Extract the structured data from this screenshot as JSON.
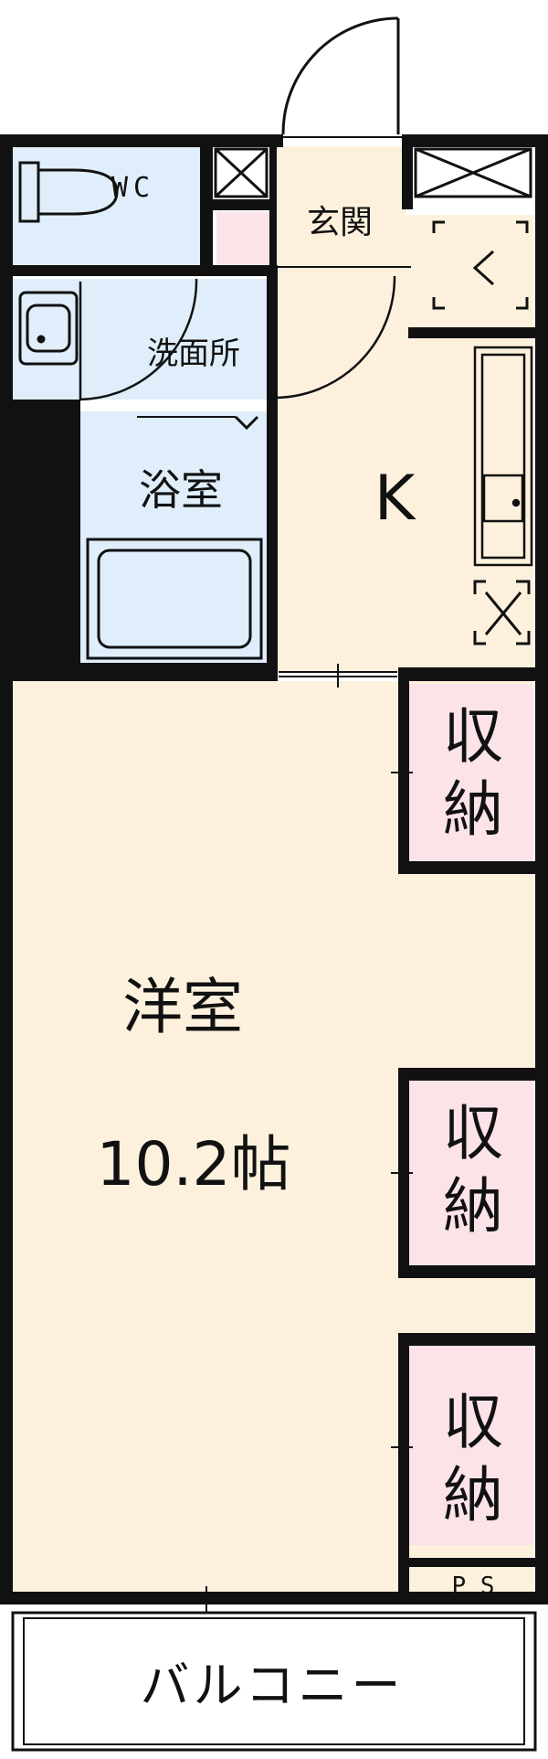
{
  "plan": {
    "wc": "WC",
    "entrance": "玄関",
    "washroom": "洗面所",
    "bath": "浴室",
    "kitchen": "K",
    "western_room": "洋室",
    "western_room_size": "10.2帖",
    "storage_1_top": "収",
    "storage_1_bottom": "納",
    "storage_2_top": "収",
    "storage_2_bottom": "納",
    "storage_3_top": "収",
    "storage_3_bottom": "納",
    "ps": "P S",
    "balcony": "バルコニー"
  },
  "colors": {
    "wall": "#111111",
    "room": "#fdf1dd",
    "wet": "#dfeefa",
    "storage": "#fbe3e8",
    "mark": "#333333"
  }
}
